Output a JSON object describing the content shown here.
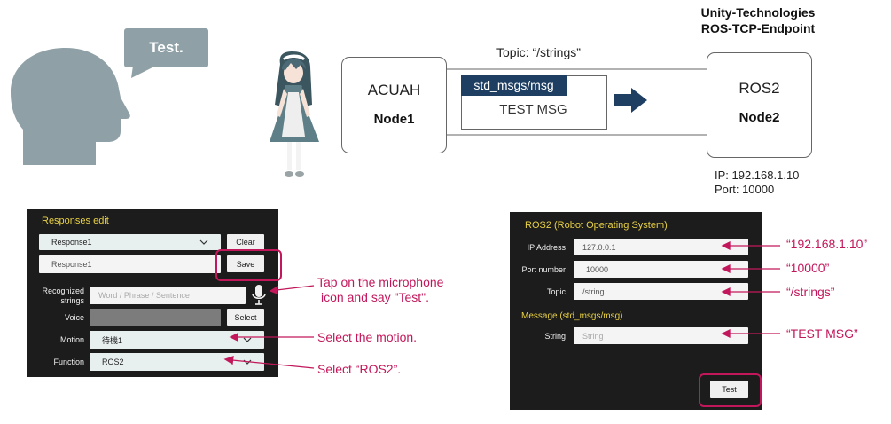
{
  "speech": {
    "text": "Test."
  },
  "endpoint": {
    "line1": "Unity-Technologies",
    "line2": "ROS-TCP-Endpoint"
  },
  "topic_label": "Topic: “/strings”",
  "node1": {
    "title": "ACUAH",
    "sub": "Node1"
  },
  "node2": {
    "title": "ROS2",
    "sub": "Node2"
  },
  "msg": {
    "type": "std_msgs/msg",
    "text": "TEST MSG"
  },
  "ros_host": {
    "ip": "IP: 192.168.1.10",
    "port": "Port: 10000"
  },
  "responses": {
    "title": "Responses edit",
    "dropdown_value": "Response1",
    "clear_label": "Clear",
    "name_value": "Response1",
    "save_label": "Save",
    "recognized_label": "Recognized strings",
    "recognized_placeholder": "Word / Phrase / Sentence",
    "voice_label": "Voice",
    "select_label": "Select",
    "motion_label": "Motion",
    "motion_value": "待機1",
    "function_label": "Function",
    "function_value": "ROS2"
  },
  "ros_panel": {
    "title": "ROS2 (Robot Operating System)",
    "ip_label": "IP Address",
    "ip_value": "127.0.0.1",
    "port_label": "Port number",
    "port_value": "10000",
    "topic_label": "Topic",
    "topic_value": "/string",
    "message_title": "Message (std_msgs/msg)",
    "string_label": "String",
    "string_placeholder": "String",
    "test_label": "Test"
  },
  "annotations": {
    "mic_line1": "Tap on the microphone",
    "mic_line2": "icon and say \"Test\".",
    "motion": "Select the motion.",
    "function": "Select “ROS2”.",
    "ip": "“192.168.1.10”",
    "port": "“10000”",
    "topic": "“/strings”",
    "string": "“TEST MSG”"
  },
  "colors": {
    "accent": "#c2185b",
    "panel_bg": "#1c1c1c",
    "panel_title": "#e8d144",
    "msg_header": "#1f3f62",
    "speech_bubble": "#8fa1a7",
    "head": "#8fa1a7"
  }
}
